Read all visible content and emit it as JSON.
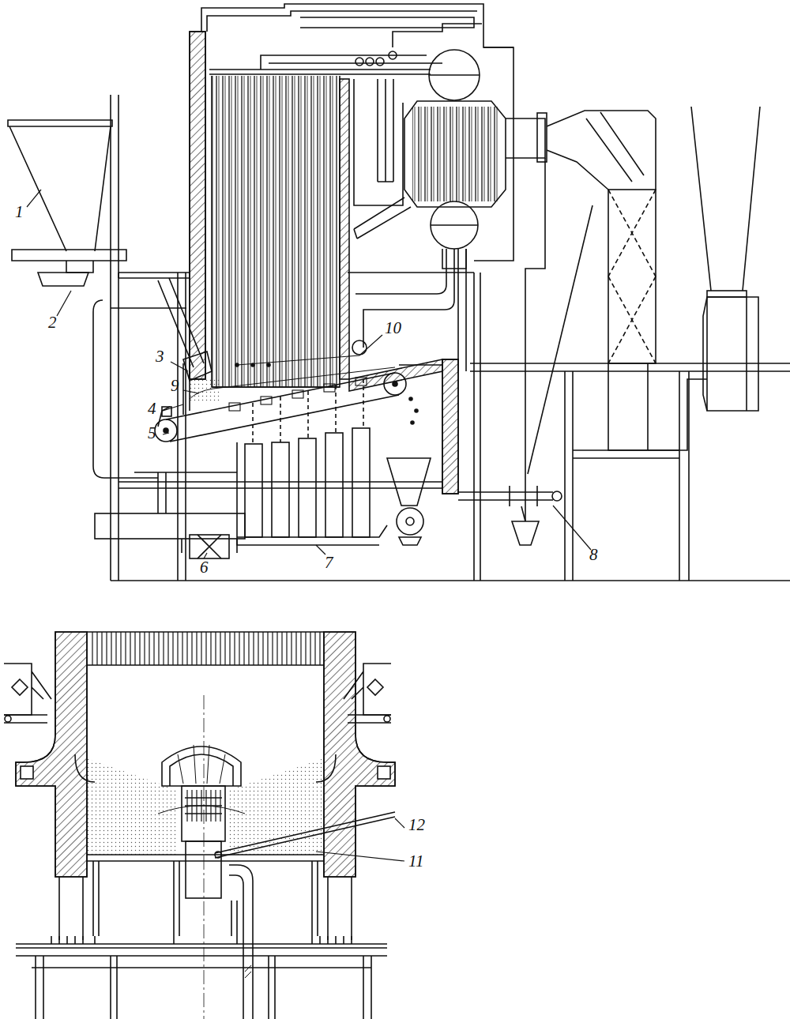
{
  "diagram": {
    "labels": [
      "1",
      "2",
      "10",
      "3",
      "9",
      "4",
      "5",
      "6",
      "7",
      "8",
      "12",
      "11"
    ]
  }
}
